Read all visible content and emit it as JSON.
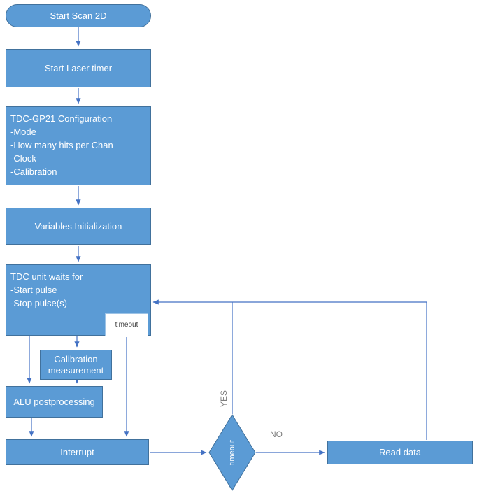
{
  "colors": {
    "node_fill": "#5b9bd5",
    "node_border": "#41719c",
    "connector": "#4472c4",
    "node_text": "#ffffff",
    "edge_label_text": "#7f7f7f",
    "note_text": "#3f3f3f"
  },
  "nodes": {
    "start": {
      "label": "Start Scan 2D"
    },
    "start_laser_timer": {
      "label": "Start Laser timer"
    },
    "tdc_config": {
      "lines": [
        "TDC-GP21 Configuration",
        "-Mode",
        "-How many hits per Chan",
        "-Clock",
        "-Calibration"
      ]
    },
    "variables_init": {
      "label": "Variables Initialization"
    },
    "tdc_wait": {
      "lines": [
        "TDC unit waits for",
        "-Start pulse",
        "-Stop pulse(s)"
      ]
    },
    "timeout_note": {
      "label": "timeout"
    },
    "calibration_measurement": {
      "label": "Calibration measurement"
    },
    "alu_postprocessing": {
      "label": "ALU postprocessing"
    },
    "interrupt": {
      "label": "Interrupt"
    },
    "timeout_decision": {
      "label": "timeout"
    },
    "read_data": {
      "label": "Read data"
    }
  },
  "edge_labels": {
    "yes": "YES",
    "no": "NO"
  }
}
